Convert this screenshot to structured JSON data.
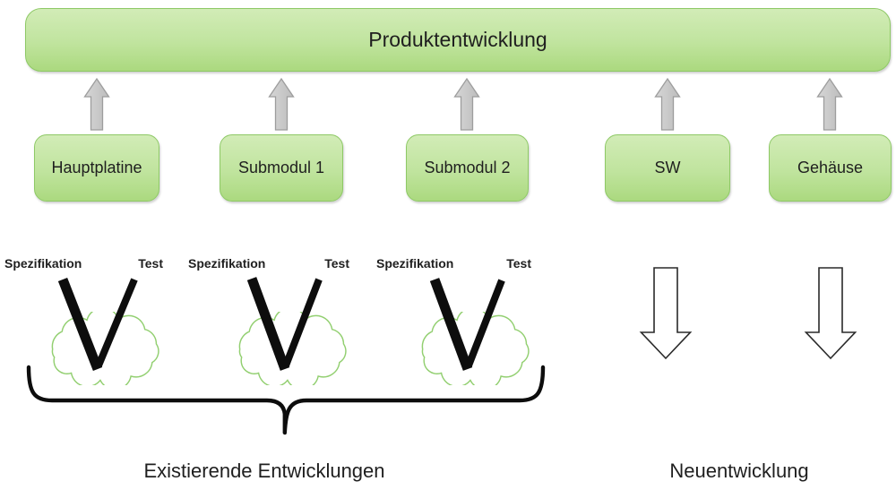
{
  "diagram": {
    "title": "Produktentwicklung",
    "modules": [
      {
        "label": "Hauptplatine"
      },
      {
        "label": "Submodul 1"
      },
      {
        "label": "Submodul 2"
      },
      {
        "label": "SW"
      },
      {
        "label": "Gehäuse"
      }
    ],
    "vgroups": [
      {
        "left": "Spezifikation",
        "right": "Test"
      },
      {
        "left": "Spezifikation",
        "right": "Test"
      },
      {
        "left": "Spezifikation",
        "right": "Test"
      }
    ],
    "bottom": {
      "existing": "Existierende Entwicklungen",
      "new": "Neuentwicklung"
    },
    "icons": [
      "up-arrow-icon",
      "down-arrow-icon",
      "cloud-icon",
      "v-model-shape",
      "brace-shape"
    ],
    "colors": {
      "box_gradient_top": "#d2ecb7",
      "box_gradient_bottom": "#abd97f",
      "box_border_green": "#8ec966",
      "cloud_outline_green": "#92cf70",
      "arrow_gray": "#c9c9c9",
      "arrow_gray_border": "#9d9d9d",
      "text_ink": "#1f1f1f",
      "background": "#ffffff"
    }
  }
}
